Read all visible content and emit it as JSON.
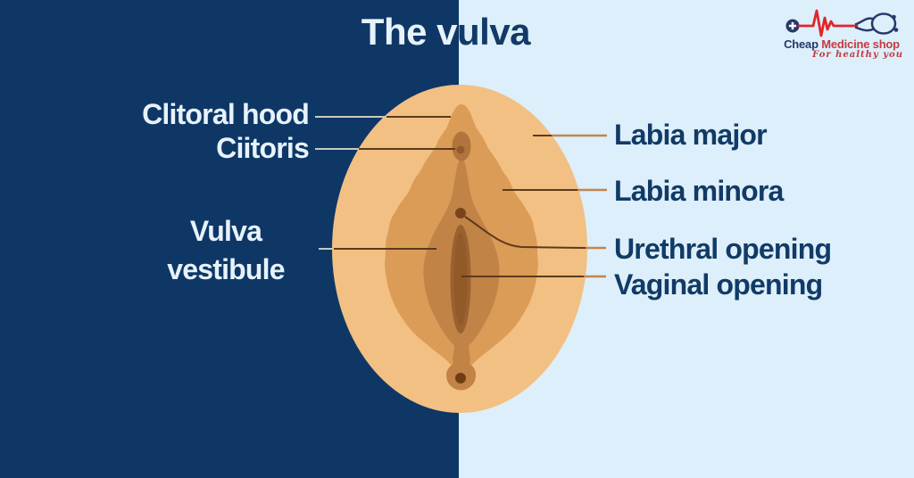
{
  "title": {
    "text": "The vulva",
    "part_on_navy": "The v",
    "part_on_light": "ulva"
  },
  "labels": {
    "clitoral_hood": "Clitoral hood",
    "clitoris": "Ciitoris",
    "vulva_vestibule_line1": "Vulva",
    "vulva_vestibule_line2": "vestibule",
    "labia_major": "Labia major",
    "labia_minora": "Labia minora",
    "urethral_opening": "Urethral opening",
    "vaginal_opening": "Vaginal opening"
  },
  "logo": {
    "brand_part_navy": "Cheap",
    "brand_part_red": " Medicine shop",
    "tagline": "For healthy you",
    "icon": "stethoscope-heartbeat-icon"
  },
  "colors": {
    "bg_left": "#0e3766",
    "bg_right": "#dceffa",
    "text_light": "#e7f2fb",
    "text_dark": "#123a66",
    "skin_outer": "#f2c083",
    "skin_majora": "#db9c57",
    "skin_minora": "#c28347",
    "skin_inner": "#b1743c",
    "skin_slit": "#9c6130",
    "slit_core": "#925a28",
    "dot_brown": "#7b431a",
    "dot_dark": "#6f3d12",
    "line_light": "#c7cbc1",
    "line_dark": "#5b3a1c",
    "line_tan": "#c5854e",
    "logo_navy": "#26386b",
    "logo_red": "#e1242a",
    "brand_navy": "#26386b",
    "brand_red": "#c53b41"
  }
}
